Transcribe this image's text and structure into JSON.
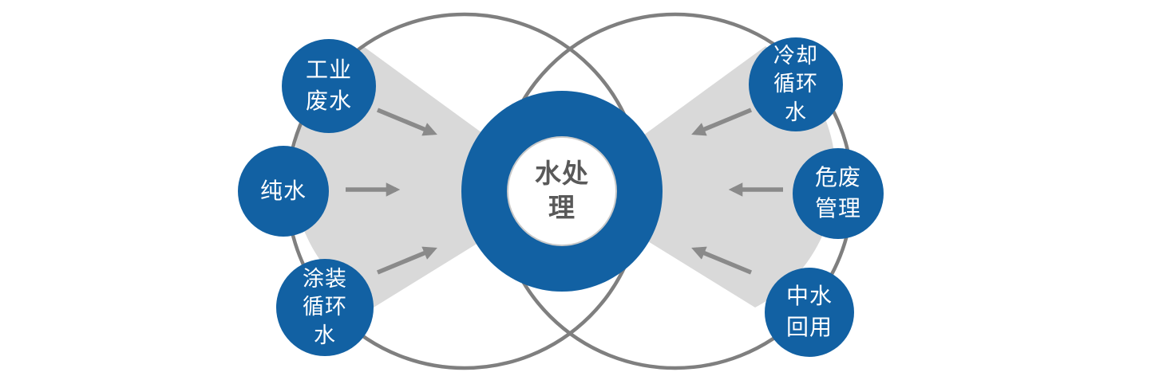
{
  "diagram": {
    "center": {
      "label": "水处\n理"
    },
    "left_nodes": [
      {
        "id": "industrial-wastewater",
        "label": "工业\n废水"
      },
      {
        "id": "pure-water",
        "label": "纯水"
      },
      {
        "id": "coating-circulating-water",
        "label": "涂装\n循环\n水"
      }
    ],
    "right_nodes": [
      {
        "id": "cooling-circulating-water",
        "label": "冷却\n循环\n水"
      },
      {
        "id": "hazardous-waste-management",
        "label": "危废\n管理"
      },
      {
        "id": "reclaimed-water-reuse",
        "label": "中水\n回用"
      }
    ]
  },
  "colors": {
    "circle_blue": "#1261A3",
    "fan_gray": "#D9D9D9",
    "ring_gray": "#7F7F7F",
    "arrow_gray": "#8A8A8A",
    "center_text": "#595959",
    "inner_border": "#C9C9C9",
    "node_text": "#FFFFFF"
  }
}
